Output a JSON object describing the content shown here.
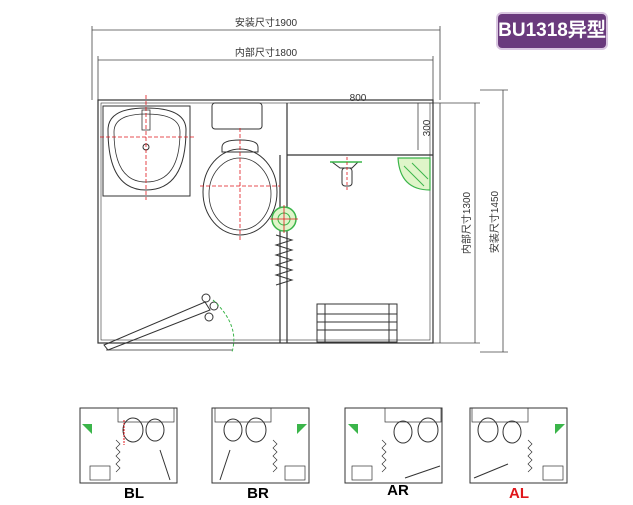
{
  "model_badge": "BU1318异型",
  "dimensions": {
    "install_width": "安装尺寸1900",
    "inner_width": "内部尺寸1800",
    "dim_800": "800",
    "dim_300": "300",
    "inner_depth": "内部尺寸1300",
    "install_depth": "安装尺寸1450"
  },
  "variants": [
    {
      "label": "BL",
      "color": "#111111"
    },
    {
      "label": "BR",
      "color": "#111111"
    },
    {
      "label": "AR",
      "color": "#111111"
    },
    {
      "label": "AL",
      "color": "#e0161b"
    }
  ],
  "colors": {
    "accent": "#6a3a7d",
    "highlight": "#e0161b",
    "plant_green": "#3bb54a"
  }
}
